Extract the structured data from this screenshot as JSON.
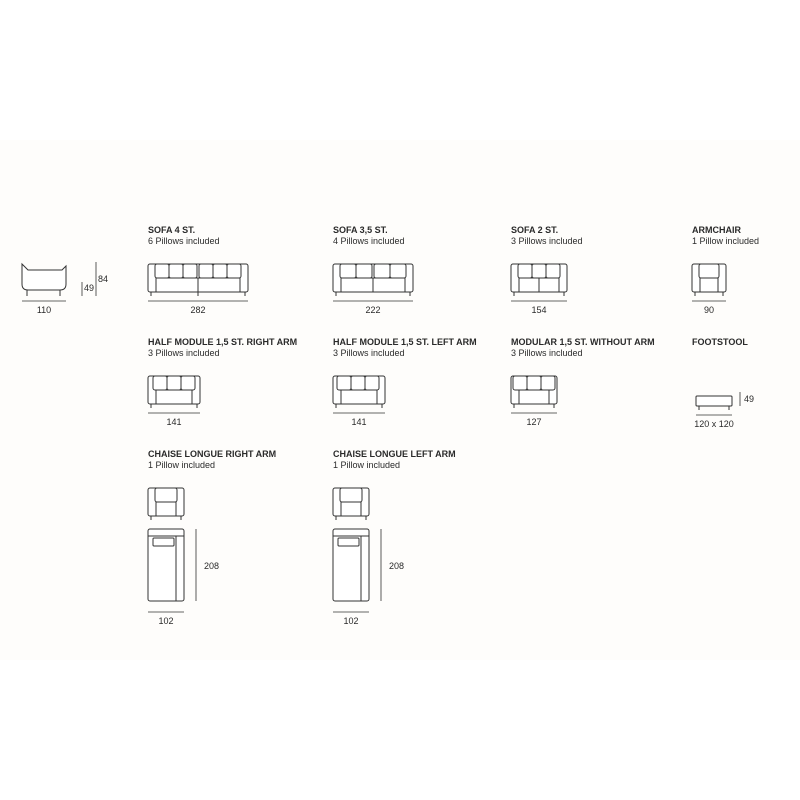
{
  "products": [
    {
      "id": "sofa4",
      "title": "SOFA 4 ST.",
      "subtitle": "6 Pillows included",
      "width": "282"
    },
    {
      "id": "sofa35",
      "title": "SOFA 3,5 ST.",
      "subtitle": "4 Pillows included",
      "width": "222"
    },
    {
      "id": "sofa2",
      "title": "SOFA 2 ST.",
      "subtitle": "3 Pillows included",
      "width": "154"
    },
    {
      "id": "armchair",
      "title": "ARMCHAIR",
      "subtitle": "1 Pillow included",
      "width": "90"
    },
    {
      "id": "half_right",
      "title": "HALF MODULE 1,5 ST. RIGHT ARM",
      "subtitle": "3 Pillows included",
      "width": "141"
    },
    {
      "id": "half_left",
      "title": "HALF MODULE 1,5 ST. LEFT ARM",
      "subtitle": "3 Pillows included",
      "width": "141"
    },
    {
      "id": "modular",
      "title": "MODULAR 1,5 ST. WITHOUT ARM",
      "subtitle": "3 Pillows included",
      "width": "127"
    },
    {
      "id": "footstool",
      "title": "FOOTSTOOL",
      "subtitle": "",
      "width": "120 x 120",
      "height": "49"
    },
    {
      "id": "chaise_right",
      "title": "CHAISE LONGUE RIGHT ARM",
      "subtitle": "1 Pillow included",
      "width": "102",
      "length": "208"
    },
    {
      "id": "chaise_left",
      "title": "CHAISE LONGUE LEFT ARM",
      "subtitle": "1 Pillow included",
      "width": "102",
      "length": "208"
    }
  ],
  "side_view": {
    "depth": "110",
    "seat_height": "49",
    "height": "84"
  }
}
